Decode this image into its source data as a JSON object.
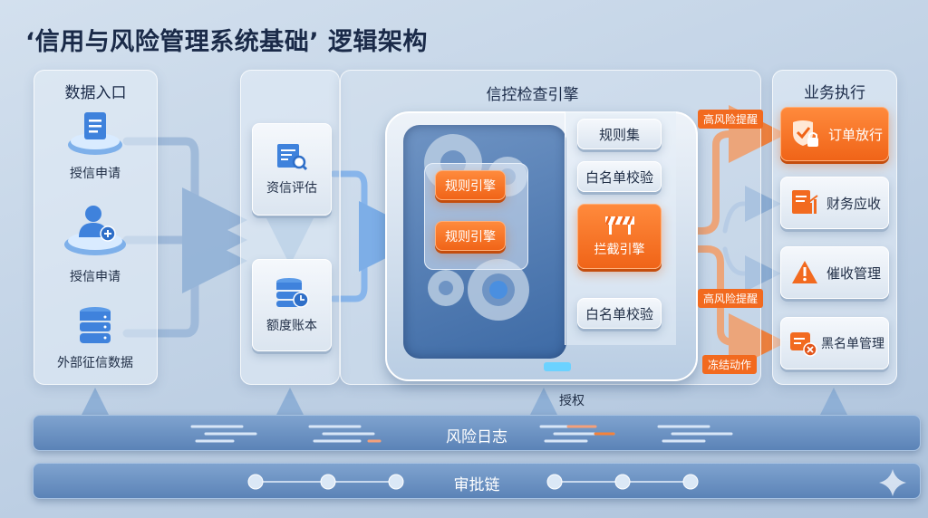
{
  "title": "‘信用与风险管理系统基础’ 逻辑架构",
  "colors": {
    "accent_orange": "#f26a1f",
    "accent_blue": "#4a8fe0",
    "bg": "#c2d3e6",
    "text": "#1a2a48"
  },
  "data_entry": {
    "title": "数据入口",
    "items": [
      {
        "label": "授信申请",
        "icon": "document-icon"
      },
      {
        "label": "授信申请",
        "icon": "user-add-icon"
      },
      {
        "label": "外部征信数据",
        "icon": "database-icon"
      }
    ]
  },
  "assessment": {
    "items": [
      {
        "label": "资信评估",
        "icon": "document-search-icon"
      },
      {
        "label": "额度账本",
        "icon": "database-clock-icon"
      }
    ]
  },
  "engine": {
    "title": "信控检查引擎",
    "rule_engines": [
      "规则引擎",
      "规则引擎"
    ],
    "side_items": [
      "规则集",
      "白名单校验"
    ],
    "intercept": "拦截引擎",
    "bottom_item": "白名单校验"
  },
  "tags": {
    "high_risk_1": "高风险提醒",
    "high_risk_2": "高风险提醒",
    "freeze": "冻结动作",
    "authorize": "授权"
  },
  "execution": {
    "title": "业务执行",
    "items": [
      {
        "label": "订单放行",
        "icon": "shield-check-lock-icon",
        "highlight": true
      },
      {
        "label": "财务应收",
        "icon": "report-chart-icon",
        "highlight": false
      },
      {
        "label": "催收管理",
        "icon": "warning-icon",
        "highlight": false
      },
      {
        "label": "黑名单管理",
        "icon": "blacklist-icon",
        "highlight": false
      }
    ]
  },
  "bands": {
    "risk_log": "风险日志",
    "approval_chain": "审批链"
  }
}
